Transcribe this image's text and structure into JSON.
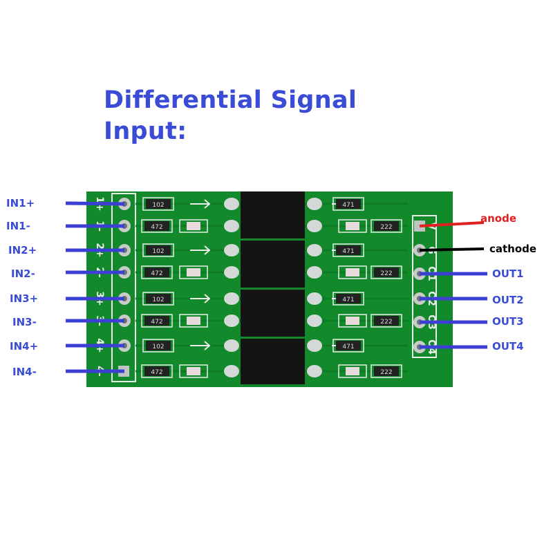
{
  "title": {
    "line1": "Differential Signal",
    "line2": "Input:"
  },
  "inputs": [
    "IN1+",
    "IN1-",
    "IN2+",
    "IN2-",
    "IN3+",
    "IN3-",
    "IN4+",
    "IN4-"
  ],
  "outputs": {
    "anode": "anode",
    "cathode": "cathode",
    "channels": [
      "OUT1",
      "OUT2",
      "OUT3",
      "OUT4"
    ]
  },
  "board": {
    "left_silkscreen": [
      "1+",
      "1-",
      "2+",
      "2-",
      "3+",
      "3-",
      "4+",
      "4-"
    ],
    "right_silkscreen": [
      "V",
      "G",
      "O1",
      "O2",
      "O3",
      "O4"
    ],
    "left_resistors": [
      "102",
      "472",
      "102",
      "472",
      "102",
      "472",
      "102",
      "472"
    ],
    "right_resistors_top": "471",
    "right_resistors_bottom": "222"
  },
  "colors": {
    "label_blue": "#3a4bd6",
    "wire_blue": "#3b3fd3",
    "anode_red": "#e02020",
    "cathode_black": "#000000",
    "pcb_green": "#128a2c",
    "ic_black": "#141414"
  }
}
